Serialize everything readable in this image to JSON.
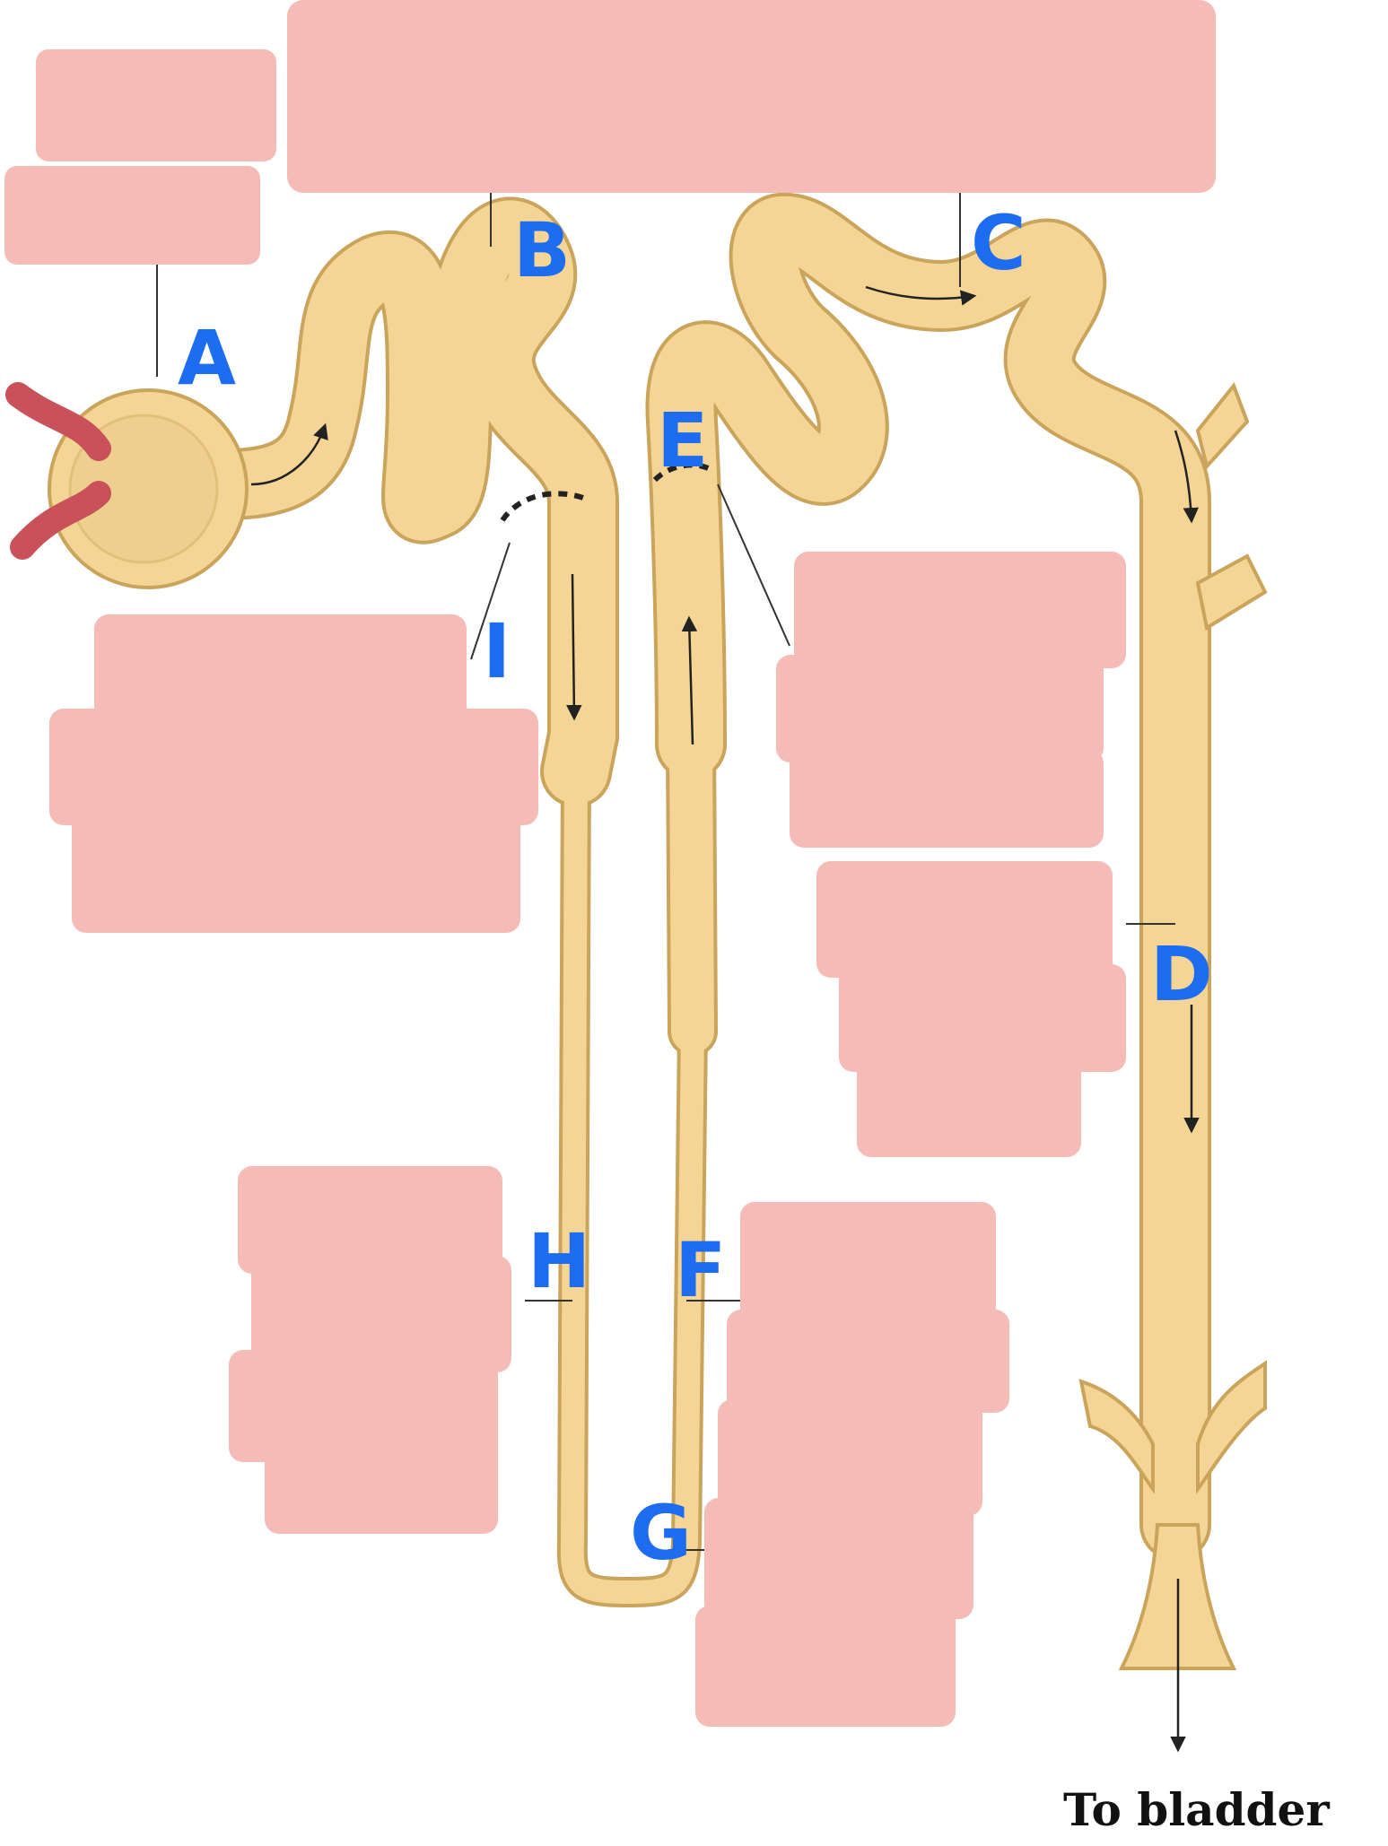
{
  "markers": {
    "a": "A",
    "b": "B",
    "c": "C",
    "d": "D",
    "e": "E",
    "f": "F",
    "g": "G",
    "h": "H",
    "i": "I"
  },
  "caption": "To bladder",
  "colors": {
    "tubule": "#f5d596",
    "tubule_outline": "#c9a45a",
    "label_mask": "#f5bcb7",
    "marker": "#1e6cf0",
    "artery": "#c8515a"
  }
}
